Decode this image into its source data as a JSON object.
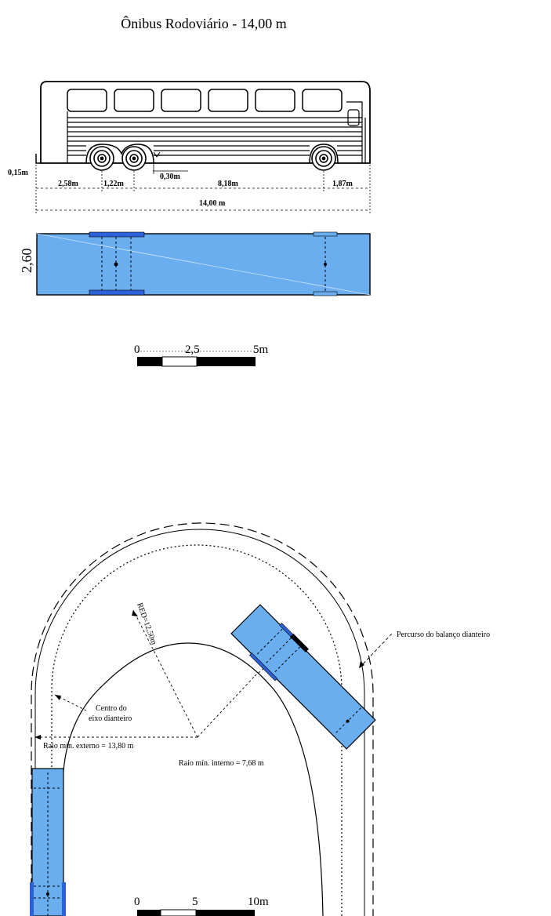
{
  "title": "Ônibus Rodoviário - 14,00 m",
  "side_view": {
    "dims": {
      "rear_overhang_height": "0,15m",
      "rear_overhang": "2,58m",
      "axle_spacing": "1,22m",
      "ground_clearance": "0,30m",
      "wheelbase": "8,18m",
      "front_overhang": "1,87m",
      "total_length": "14,00 m"
    }
  },
  "plan_view": {
    "width_label": "2,60"
  },
  "scale_top": {
    "labels": [
      "0",
      "2,5",
      "5m"
    ]
  },
  "turning": {
    "label_front_overhang_path": "Percurso do balanço dianteiro",
    "label_front_axle_center_line1": "Centro do",
    "label_front_axle_center_line2": "eixo dianteiro",
    "label_red": "RED=12,50m",
    "label_outer_radius": "Raio mín. externo = 13,80 m",
    "label_inner_radius": "Raio mín. interno = 7,68 m"
  },
  "scale_bottom": {
    "labels": [
      "0",
      "5",
      "10m"
    ]
  },
  "colors": {
    "vehicle_fill": "#6aaef0",
    "vehicle_fill_dark": "#2b62d9",
    "line": "#000000"
  }
}
